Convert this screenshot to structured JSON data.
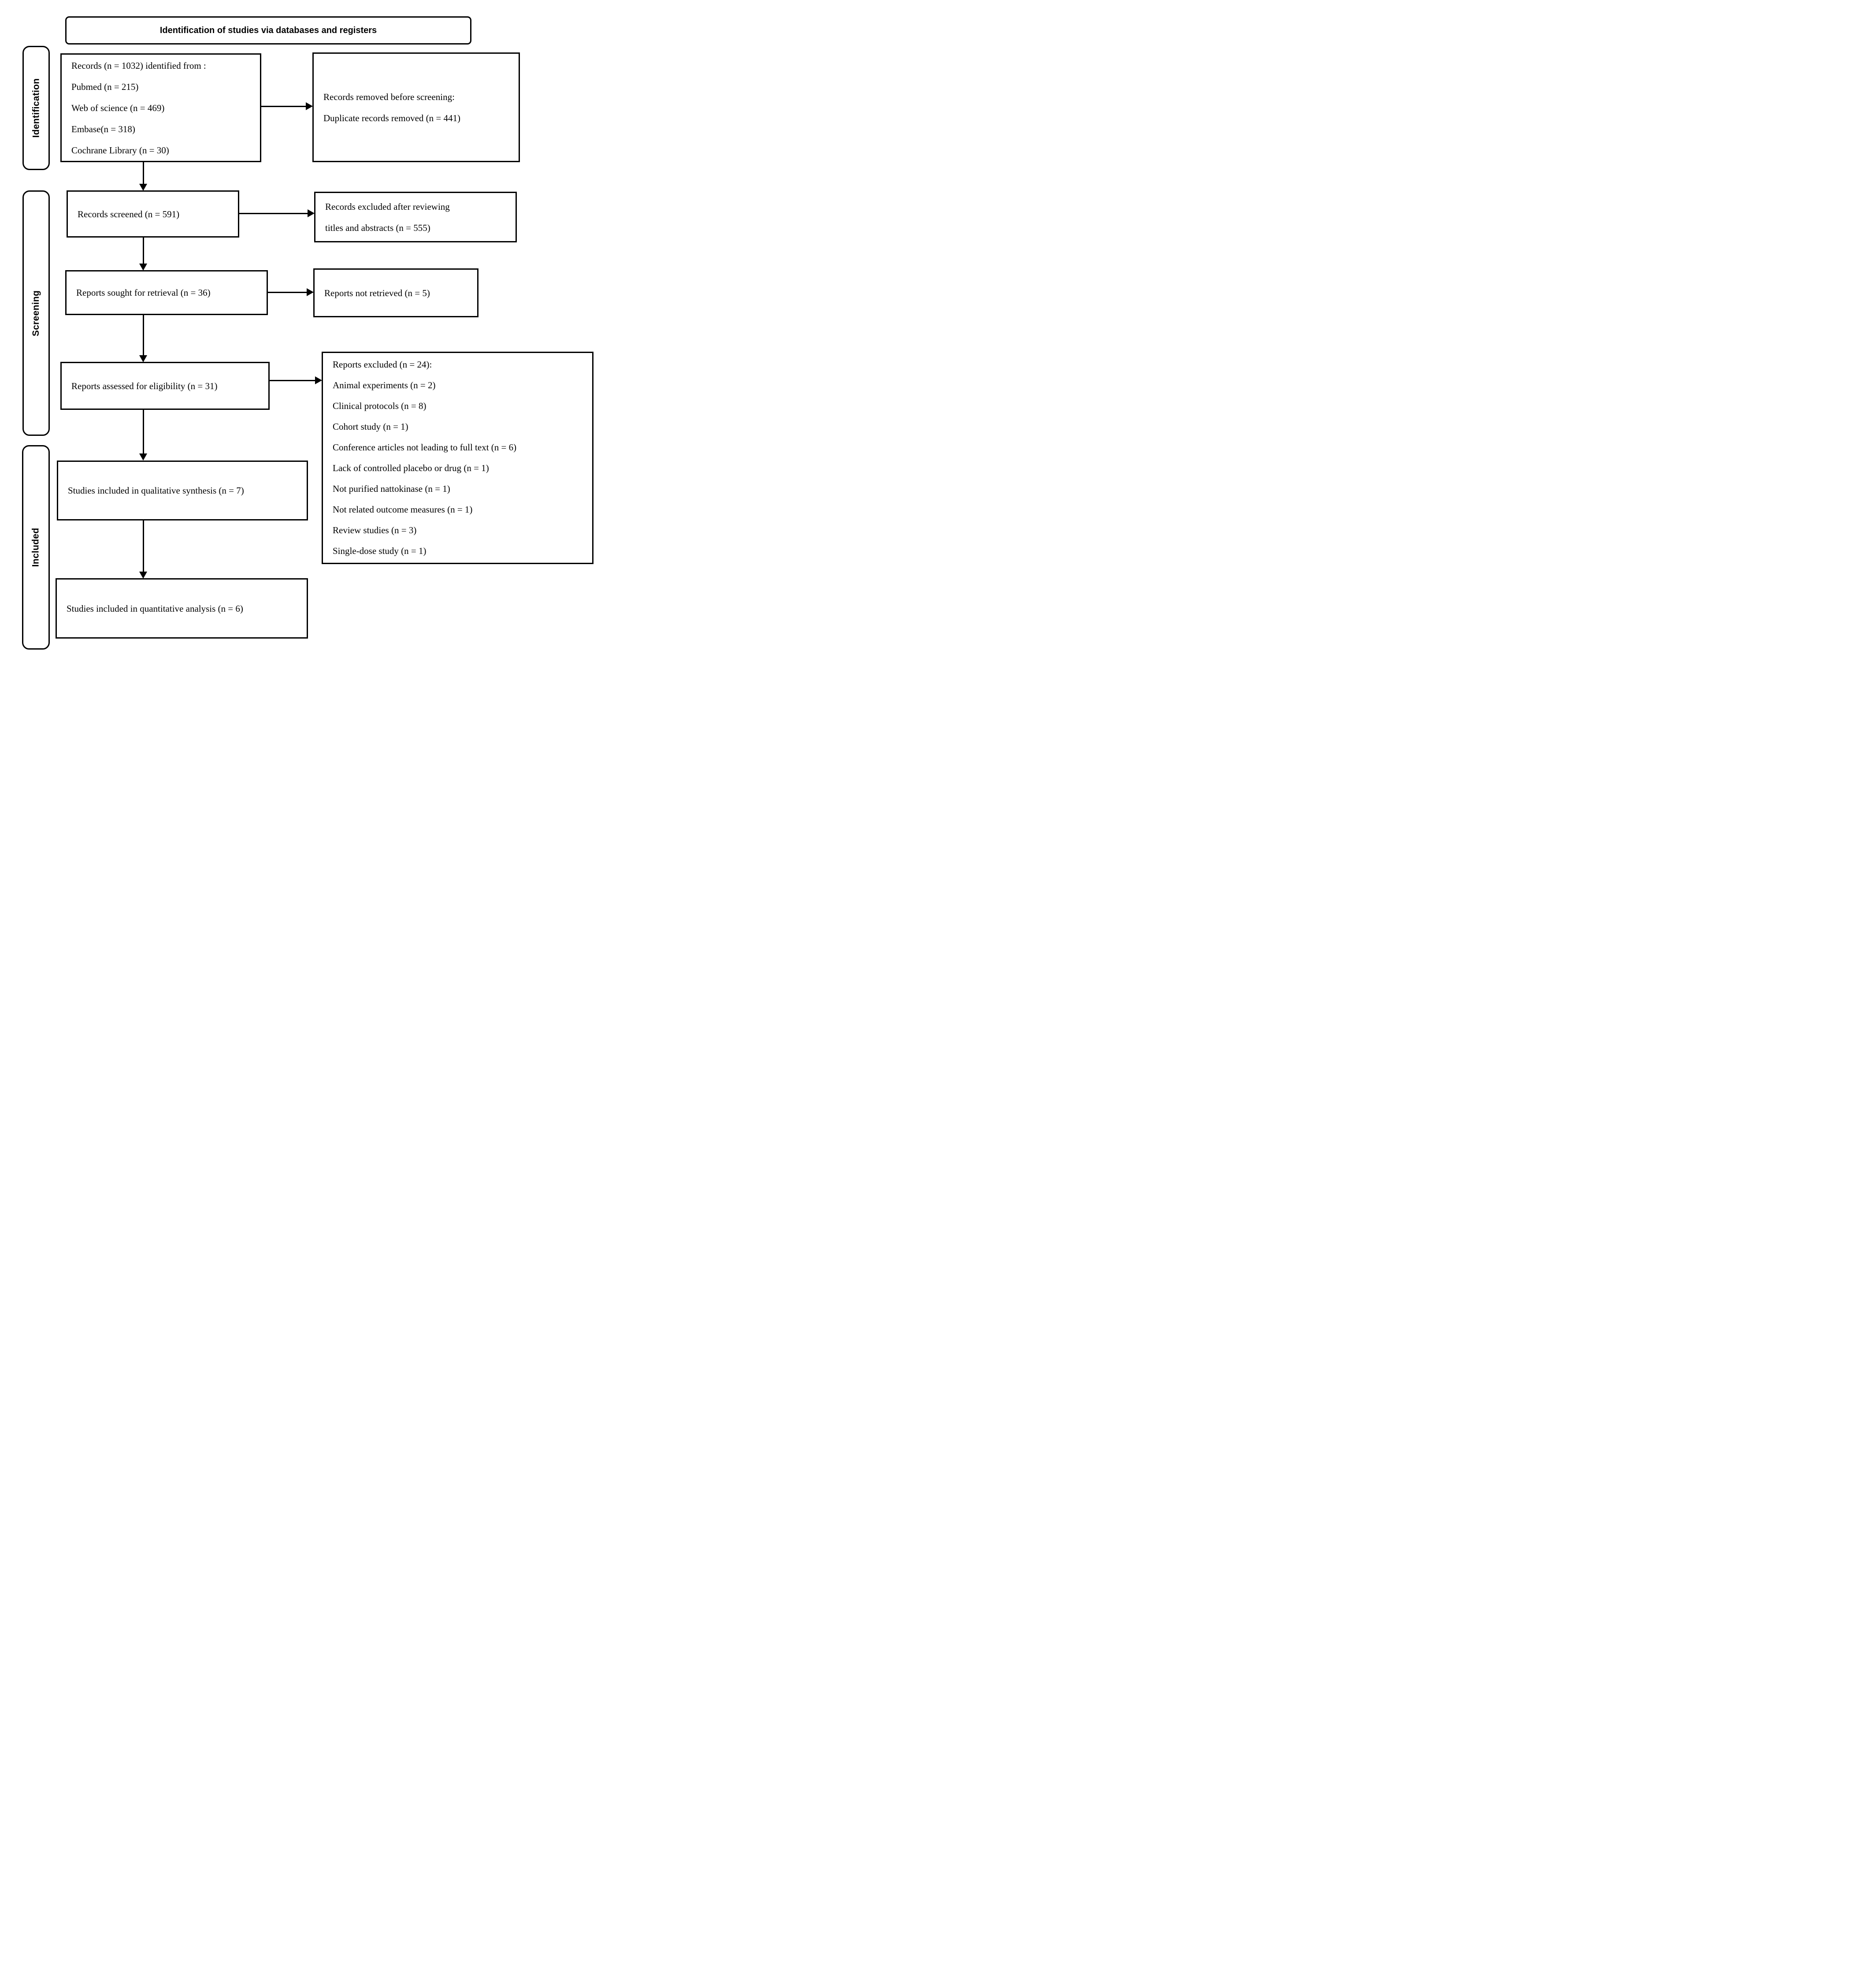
{
  "title": "Identification of studies via databases and registers",
  "colors": {
    "line": "#000000",
    "background": "#ffffff",
    "text": "#000000"
  },
  "sidebar": {
    "identification": "Identification",
    "screening": "Screening",
    "included": "Included"
  },
  "boxes": {
    "identified": {
      "lines": [
        "Records (n = 1032) identified from :",
        "Pubmed (n = 215)",
        "Web of science (n = 469)",
        "Embase(n = 318)",
        "Cochrane Library (n = 30)"
      ]
    },
    "removed": {
      "lines": [
        "Records removed before screening:",
        "Duplicate records removed (n = 441)"
      ]
    },
    "screened": {
      "label": "Records screened (n = 591)"
    },
    "excluded_titles": {
      "lines": [
        "Records excluded after reviewing",
        "titles and abstracts (n = 555)"
      ]
    },
    "sought": {
      "label": "Reports sought for retrieval (n = 36)"
    },
    "not_retrieved": {
      "label": "Reports not retrieved (n = 5)"
    },
    "assessed": {
      "label": "Reports assessed for eligibility (n = 31)"
    },
    "excluded_reports": {
      "lines": [
        "Reports excluded (n = 24):",
        "Animal experiments (n = 2)",
        "Clinical protocols (n = 8)",
        "Cohort study (n = 1)",
        "Conference articles not leading to full text (n = 6)",
        "Lack of controlled placebo or drug (n = 1)",
        "Not purified nattokinase (n = 1)",
        "Not related outcome measures (n = 1)",
        "Review studies (n = 3)",
        "Single-dose study (n = 1)"
      ]
    },
    "qualitative": {
      "label": "Studies included in qualitative synthesis (n = 7)"
    },
    "quantitative": {
      "label": "Studies included in quantitative analysis (n = 6)"
    }
  }
}
